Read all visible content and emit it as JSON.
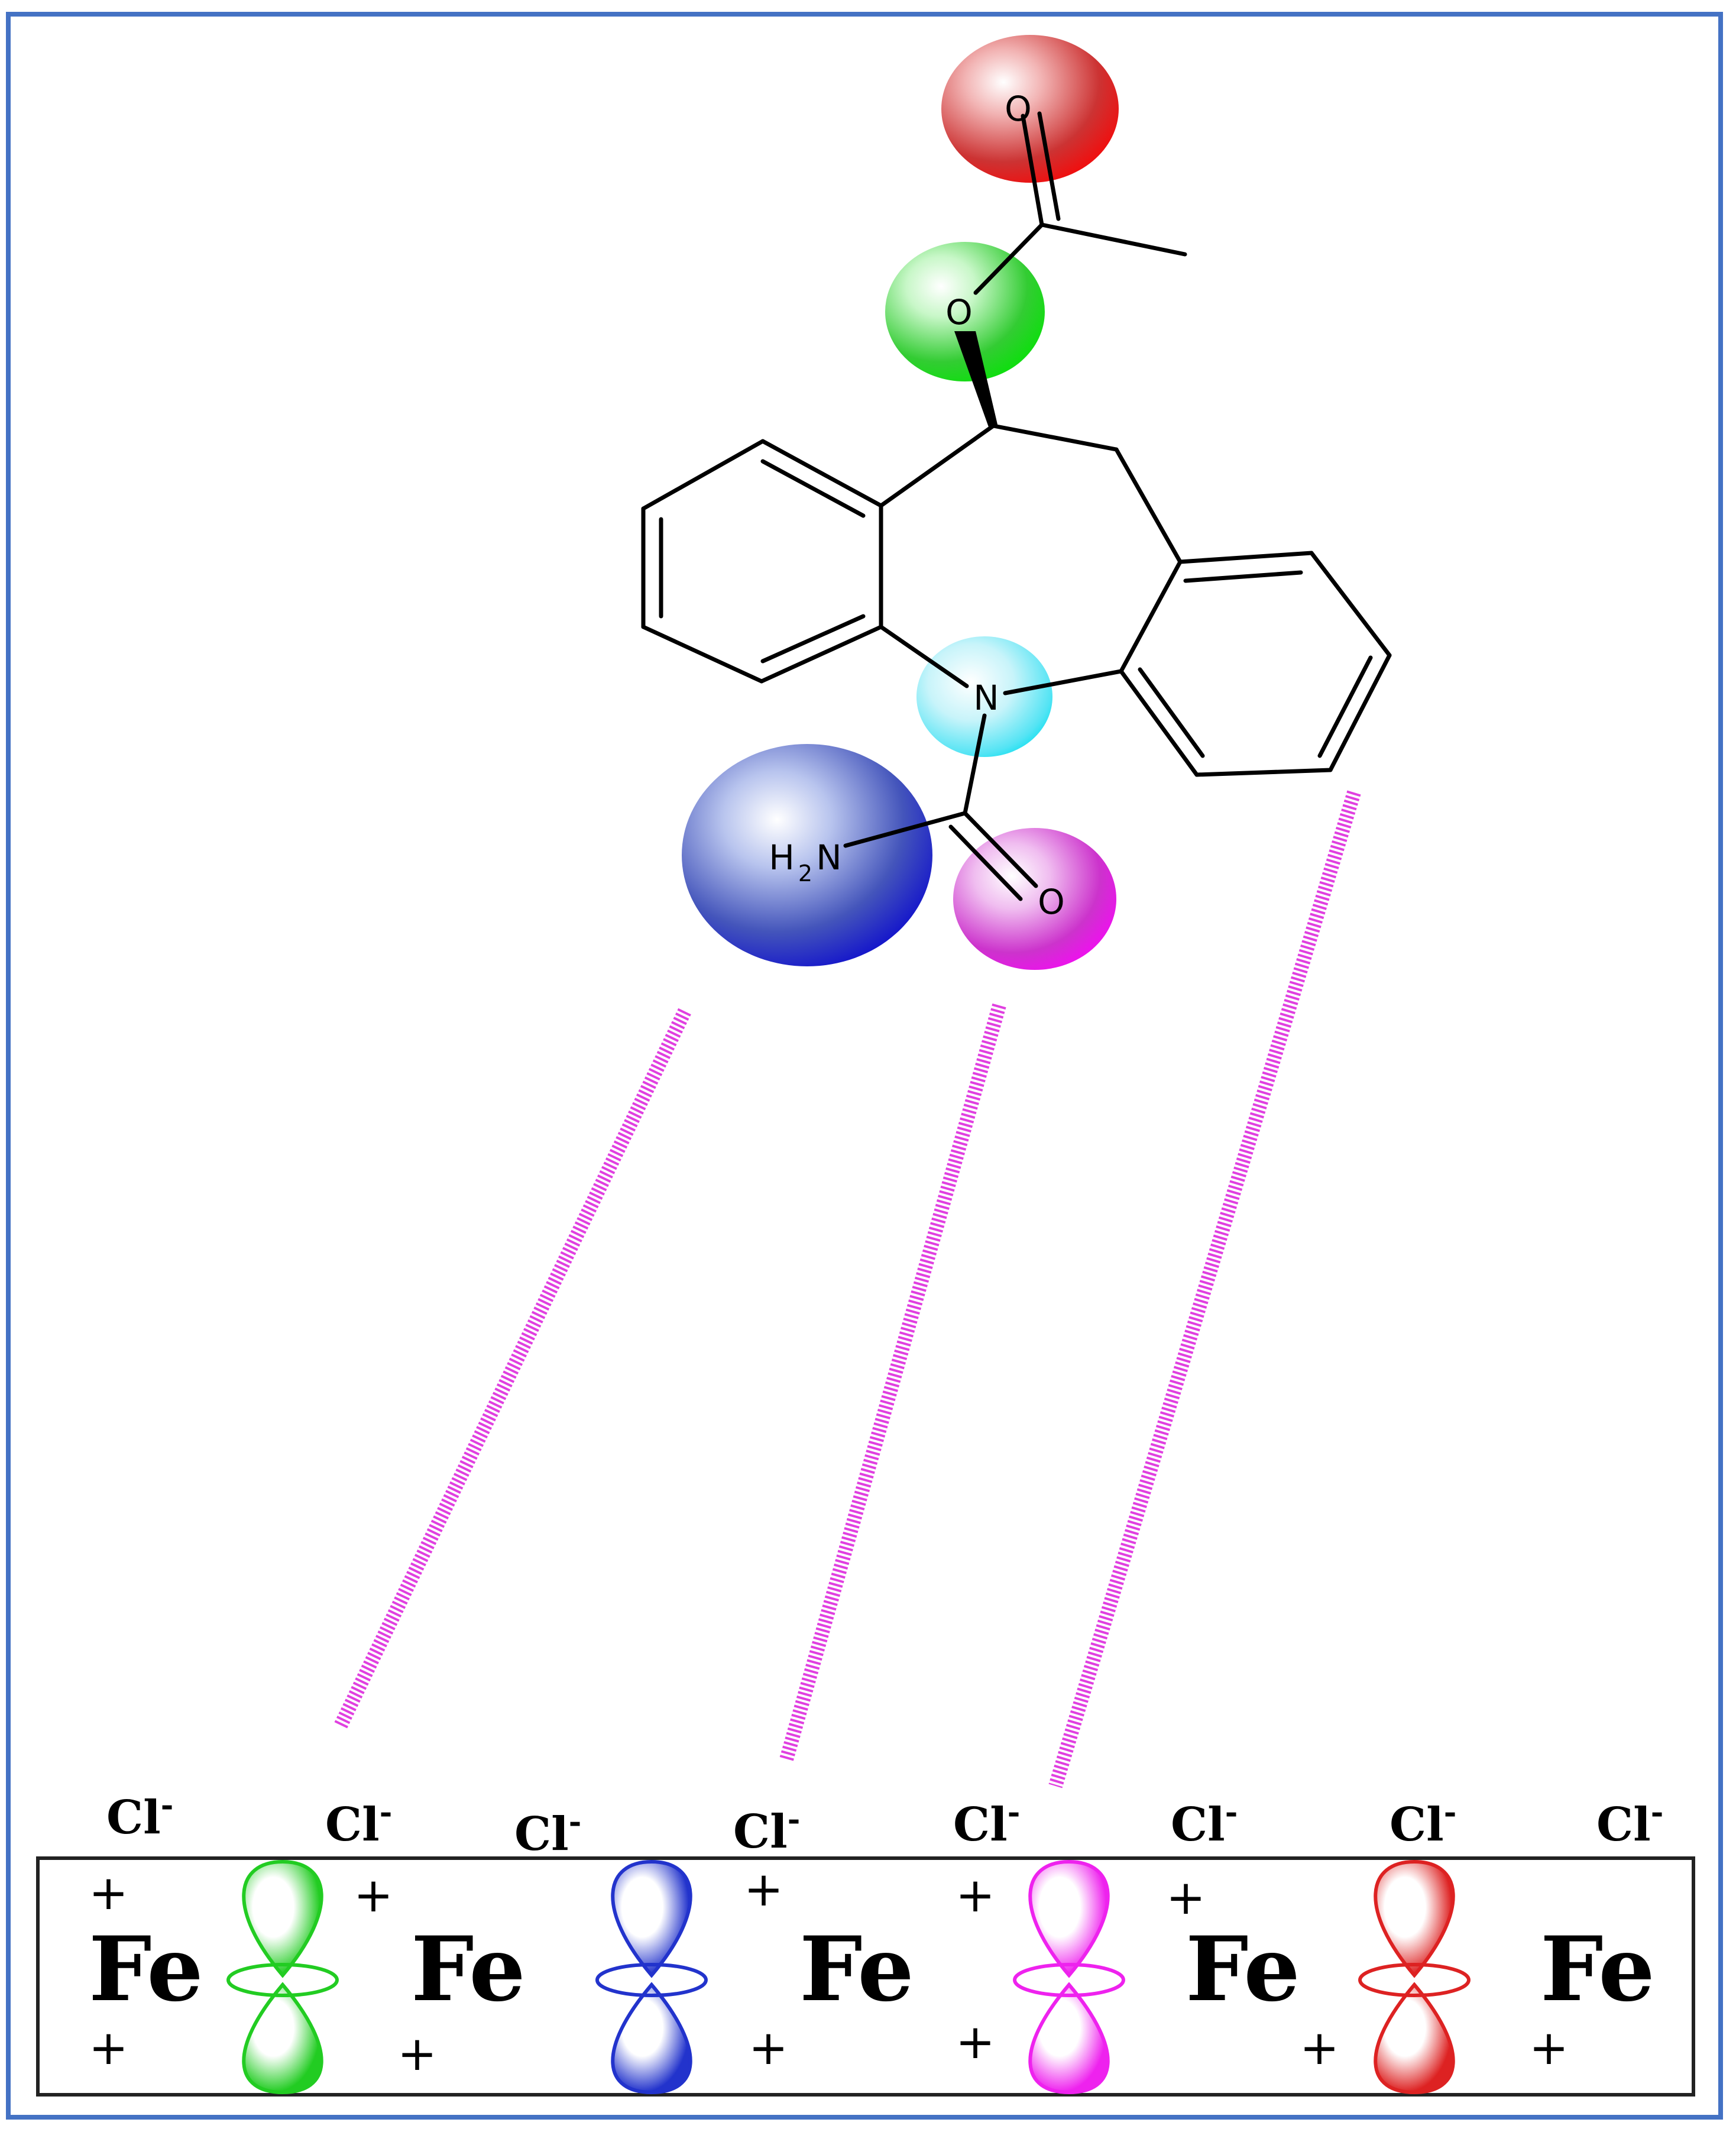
{
  "molecule": {
    "atoms": {
      "o_carbonyl_ester": "O",
      "o_ester": "O",
      "n_ring": "N",
      "nh2_h": "H",
      "nh2_sub": "2",
      "nh2_n": "N",
      "o_amide": "O"
    }
  },
  "surface": {
    "fe_labels": [
      "Fe",
      "Fe",
      "Fe",
      "Fe",
      "Fe"
    ],
    "cl_labels": [
      "Cl",
      "Cl",
      "Cl",
      "Cl",
      "Cl",
      "Cl",
      "Cl",
      "Cl"
    ],
    "cl_charge": "-",
    "plus_sign": "+",
    "orbital_colors": [
      "#22cc22",
      "#2233cc",
      "#ee22ee",
      "#dd2222"
    ]
  },
  "colors": {
    "frame": "#4472c4",
    "bond": "#000000",
    "interaction_line": "#e040e0",
    "o_carbonyl_ester": "#dd2222",
    "o_ester": "#22cc22",
    "n_ring": "#22e0f0",
    "nh2": "#1a1aaa",
    "o_amide": "#ee22ee"
  }
}
